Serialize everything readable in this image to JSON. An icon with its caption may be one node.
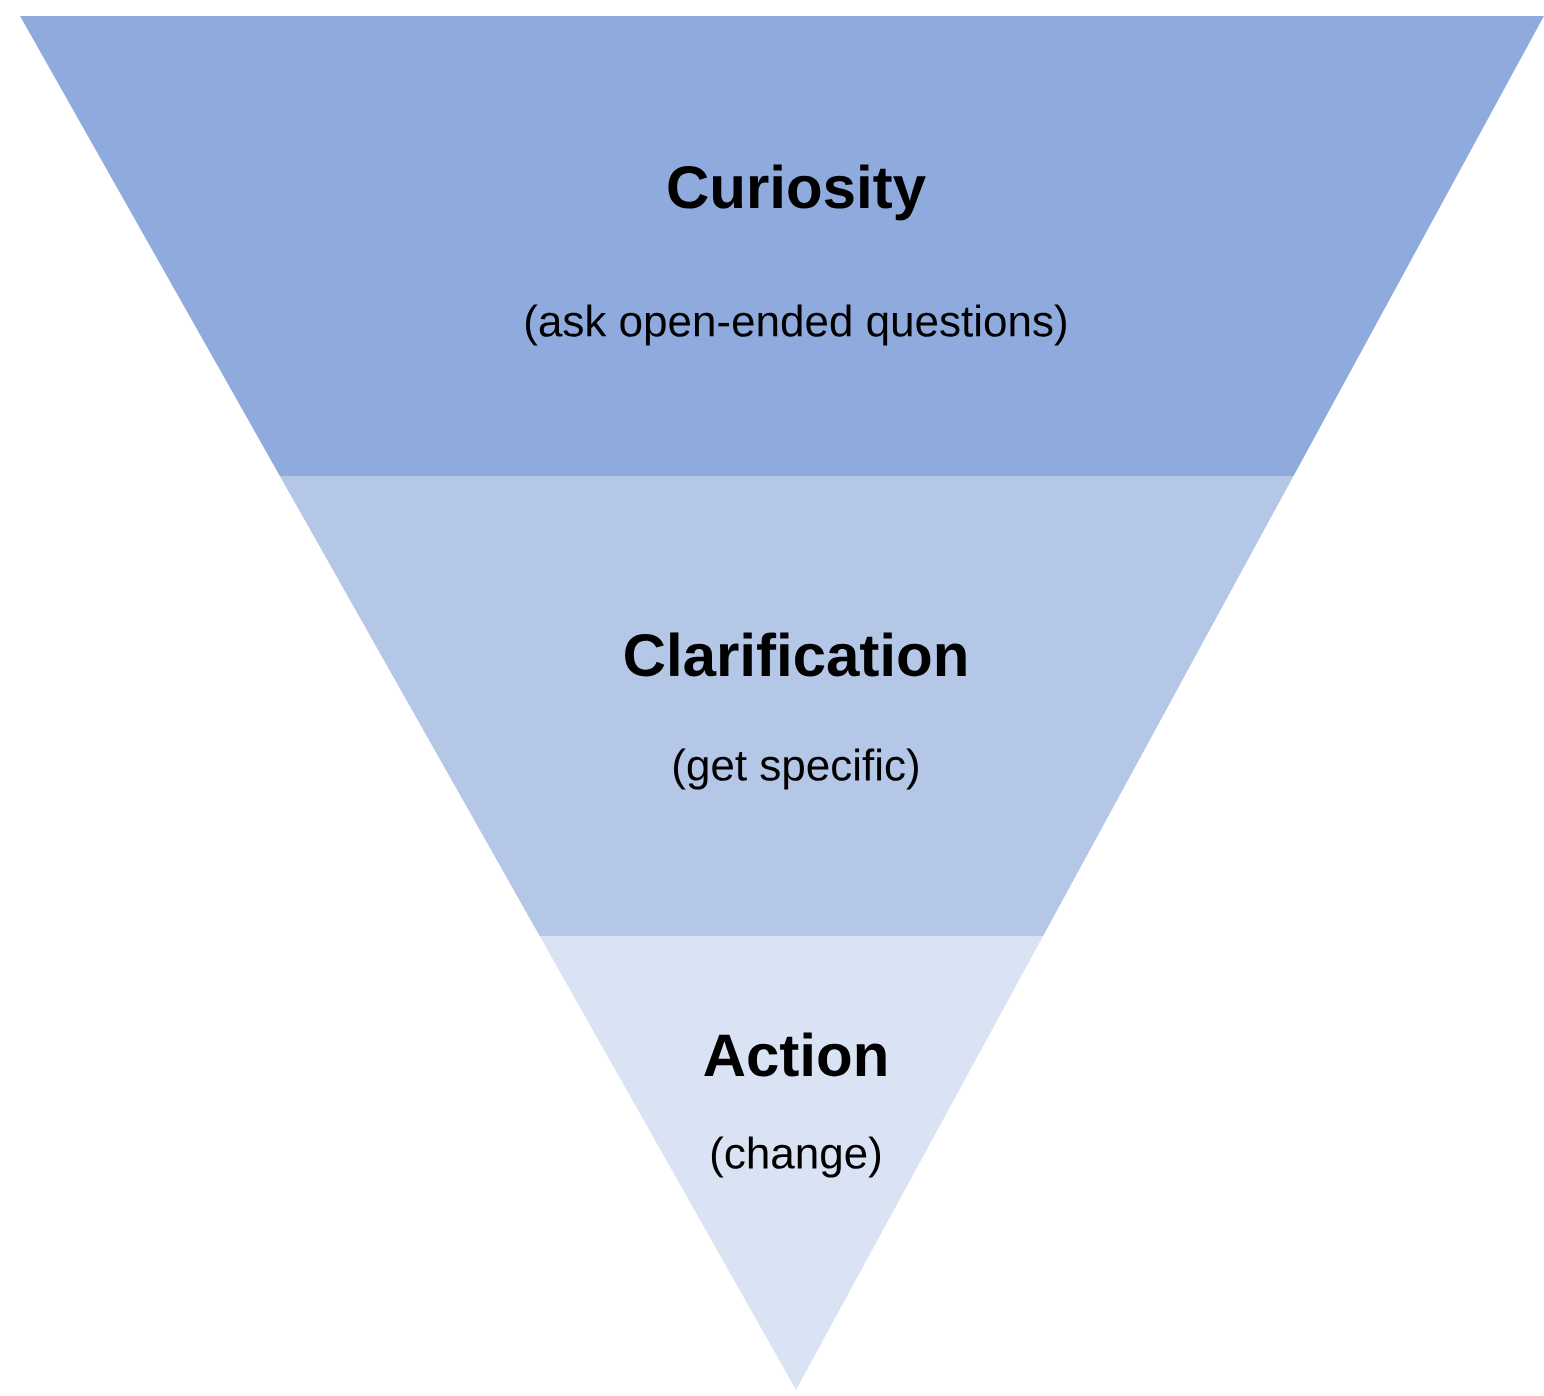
{
  "diagram": {
    "nodes": [
      {
        "text": [
          "Curiosity",
          "(ask open-ended questions)"
        ]
      },
      {
        "text": [
          "Clarification",
          "(get specific)"
        ]
      },
      {
        "text": [
          "Action",
          "(change)"
        ]
      }
    ]
  }
}
